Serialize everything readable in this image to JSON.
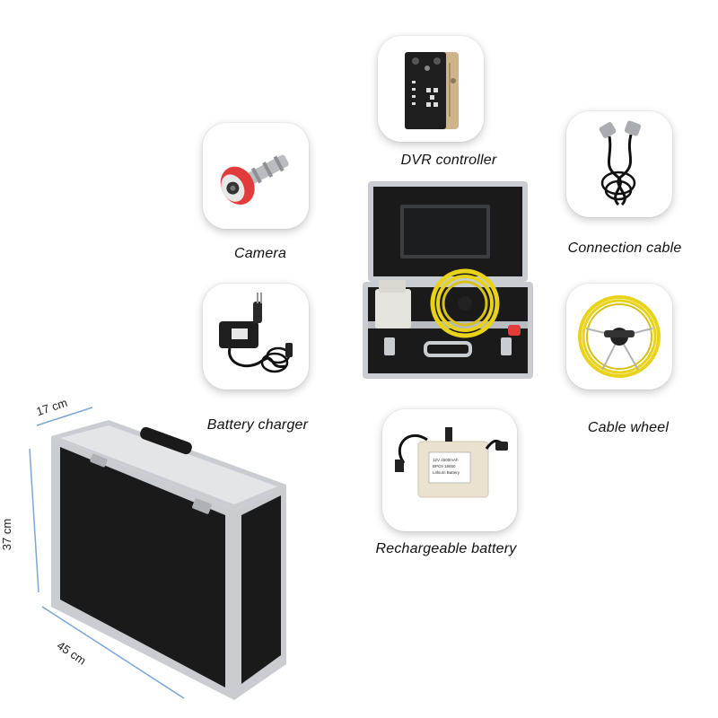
{
  "components": {
    "dvr": {
      "label": "DVR controller",
      "icon": "dvr-controller-icon"
    },
    "camera": {
      "label": "Camera",
      "icon": "camera-head-icon"
    },
    "cable": {
      "label": "Connection cable",
      "icon": "connection-cable-icon"
    },
    "charger": {
      "label": "Battery charger",
      "icon": "battery-charger-icon"
    },
    "wheel": {
      "label": "Cable wheel",
      "icon": "cable-wheel-icon"
    },
    "battery": {
      "label": "Rechargeable battery",
      "icon": "rechargeable-battery-icon",
      "print": [
        "12V 4500mAh",
        "BPC9 18650",
        "Lithium Battery"
      ]
    }
  },
  "case": {
    "width": "17 cm",
    "height": "37 cm",
    "length": "45 cm"
  },
  "colors": {
    "cable_yellow": "#e8d21a",
    "camera_red": "#e23b3b",
    "case_black": "#1a1a1a",
    "aluminum": "#c9ccd0",
    "dimension_line": "#7aa6d8"
  }
}
